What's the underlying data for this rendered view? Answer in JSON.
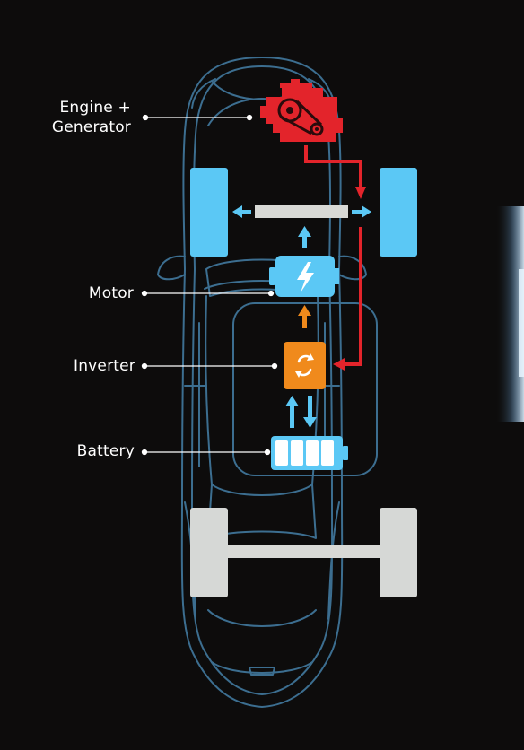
{
  "labels": {
    "engine_line1": "Engine +",
    "engine_line2": "Generator",
    "motor": "Motor",
    "inverter": "Inverter",
    "battery": "Battery"
  },
  "colors": {
    "background": "#0d0c0c",
    "car_outline": "#3c6e90",
    "wheel_front": "#5bc8f5",
    "wheel_rear": "#d6d8d6",
    "axle": "#d8d9d6",
    "engine": "#e3242b",
    "motor": "#5bc8f5",
    "inverter": "#f08a1c",
    "battery": "#5bc8f5",
    "arrow_blue": "#5bc8f5",
    "arrow_red": "#e3242b",
    "arrow_orange": "#f08a1c",
    "leader_line": "#ffffff",
    "edge_glow": "#cfe9ff"
  },
  "icons": {
    "engine": "engine-icon",
    "motor": "lightning-bolt-icon",
    "inverter": "cycle-arrows-icon",
    "battery": "battery-icon"
  }
}
